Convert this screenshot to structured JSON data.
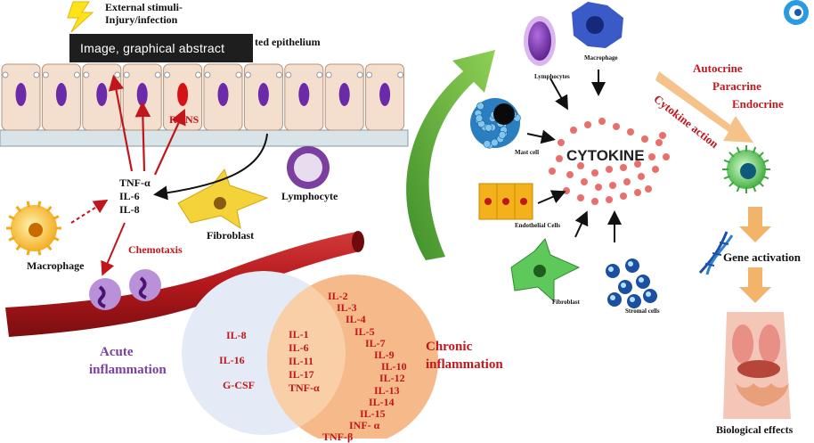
{
  "tooltip": "Image, graphical abstract",
  "top_labels": {
    "stimuli_line1": "External stimuli-",
    "stimuli_line2": "Injury/infection",
    "epithelium": "ted epithelium",
    "rons": "RONS"
  },
  "mediators": [
    "TNF-α",
    "IL-6",
    "IL-8"
  ],
  "cells": {
    "lymphocyte": "Lymphocyte",
    "fibroblast": "Fibroblast",
    "macrophage": "Macrophage",
    "chemotaxis": "Chemotaxis"
  },
  "acute": {
    "title_line1": "Acute",
    "title_line2": "inflammation",
    "items": [
      "IL-8",
      "IL-16",
      "G-CSF"
    ]
  },
  "overlap_items": [
    "IL-1",
    "IL-6",
    "IL-11",
    "IL-17",
    "TNF-α"
  ],
  "chronic": {
    "title_line1": "Chronic",
    "title_line2": "inflammation",
    "items": [
      "IL-2",
      "IL-3",
      "IL-4",
      "IL-5",
      "IL-7",
      "IL-9",
      "IL-10",
      "IL-12",
      "IL-13",
      "IL-14",
      "IL-15",
      "INF- α",
      "TNF-β"
    ]
  },
  "cytokine_panel": {
    "center": "CYTOKINE",
    "sources": {
      "lymphocytes": "Lymphocytes",
      "macrophage": "Macrophage",
      "mast_cell": "Mast cell",
      "endothelial": "Endothelial Cells",
      "fibroblast": "Fibroblast",
      "stromal": "Stromal cells"
    },
    "actions": [
      "Autocrine",
      "Paracrine",
      "Endocrine"
    ],
    "action_arrow_label": "Cytokine action",
    "gene_activation": "Gene activation",
    "biological_effects": "Biological effects"
  },
  "colors": {
    "red_text": "#c0161c",
    "purple_text": "#7b3fa0",
    "chronic_fill": "#f6b98a",
    "acute_fill": "#e4ebf6",
    "vessel": "#b3171b",
    "green_arrow": "#6bb33a",
    "orange_arrow": "#f2b46a"
  }
}
